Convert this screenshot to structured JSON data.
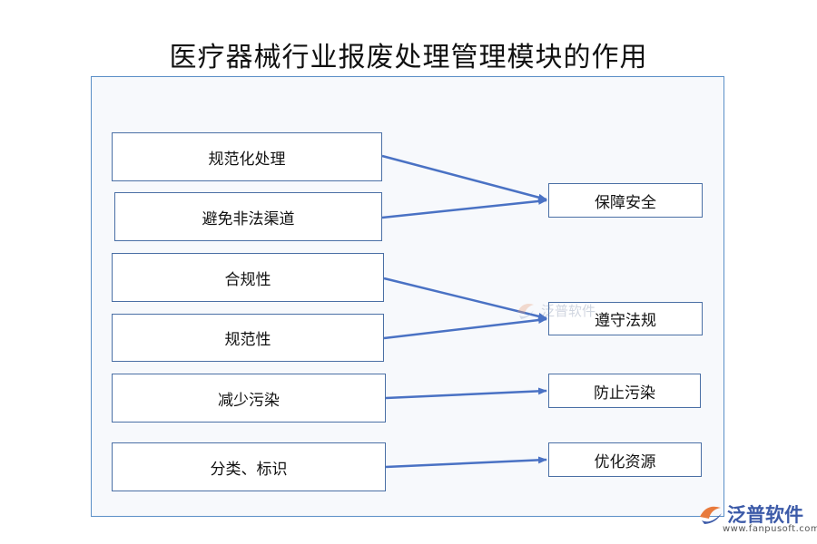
{
  "title": "医疗器械行业报废处理管理模块的作用",
  "left_items": [
    {
      "label": "规范化处理"
    },
    {
      "label": "避免非法渠道"
    },
    {
      "label": "合规性"
    },
    {
      "label": "规范性"
    },
    {
      "label": "减少污染"
    },
    {
      "label": "分类、标识"
    }
  ],
  "right_items": [
    {
      "label": "保障安全"
    },
    {
      "label": "遵守法规"
    },
    {
      "label": "防止污染"
    },
    {
      "label": "优化资源"
    }
  ],
  "links": [
    [
      0,
      0
    ],
    [
      1,
      0
    ],
    [
      2,
      1
    ],
    [
      3,
      1
    ],
    [
      4,
      2
    ],
    [
      5,
      3
    ]
  ],
  "watermark": {
    "text": "泛普软件"
  },
  "logo": {
    "text": "泛普软件",
    "url": "www.fanpusoft.com"
  },
  "colors": {
    "arrow": "#4a72c4",
    "border": "#4a6fa5",
    "panel_border": "#5b8fc7",
    "panel_bg": "#f7f9fc"
  }
}
